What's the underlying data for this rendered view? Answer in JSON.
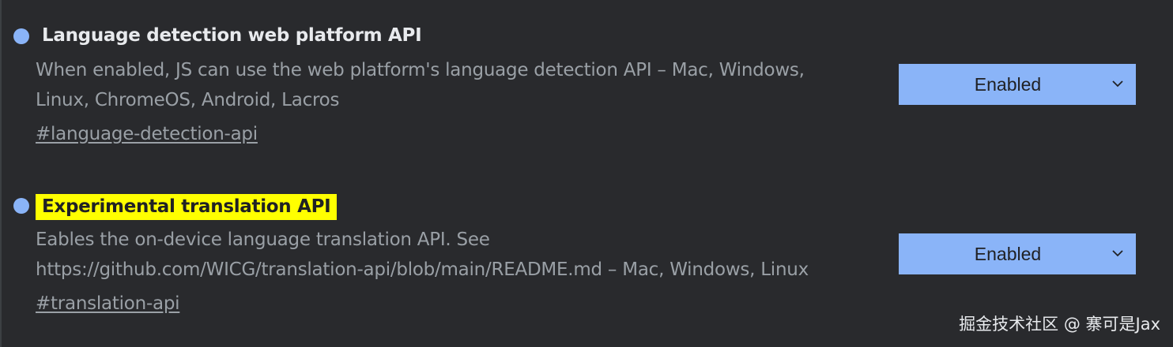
{
  "experiments": [
    {
      "title": "Language detection web platform API",
      "highlighted": false,
      "description_lines": [
        "When enabled, JS can use the web platform's language detection API – Mac, Windows,",
        "Linux, ChromeOS, Android, Lacros"
      ],
      "anchor": "#language-detection-api",
      "state": "Enabled",
      "status_dot_color": "#8ab4f8"
    },
    {
      "title": "Experimental translation API",
      "highlighted": true,
      "description_lines": [
        "Eables the on-device language translation API. See",
        "https://github.com/WICG/translation-api/blob/main/README.md – Mac, Windows, Linux"
      ],
      "anchor": "#translation-api",
      "state": "Enabled",
      "status_dot_color": "#8ab4f8"
    }
  ],
  "watermark": "掘金技术社区 @ 寨可是Jax",
  "colors": {
    "background": "#292a2d",
    "accent": "#8ab4f8",
    "highlight": "#ffff00",
    "title_text": "#e8eaed",
    "secondary_text": "#9aa0a6"
  },
  "icons": {
    "select_chevron": "chevron-down-icon",
    "status_dot": "status-dot-icon"
  }
}
